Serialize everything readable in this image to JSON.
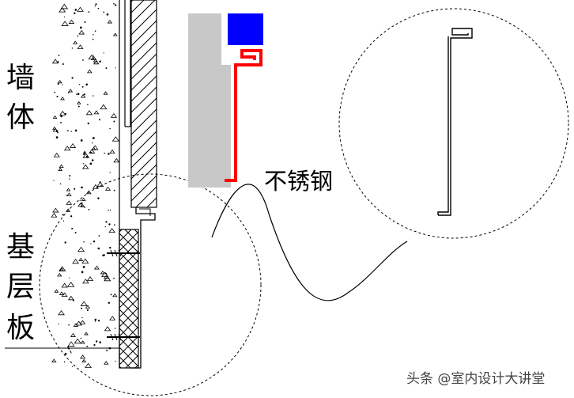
{
  "labels": {
    "wall": [
      "墙",
      "体"
    ],
    "base_board": [
      "基",
      "层",
      "板"
    ],
    "stainless_steel": "不锈钢"
  },
  "watermark": "头条 @室内设计大讲堂",
  "colors": {
    "line": "#000000",
    "trim_profile": "#ff0000",
    "block": "#0000ff",
    "panel": "#c8c8c8"
  }
}
